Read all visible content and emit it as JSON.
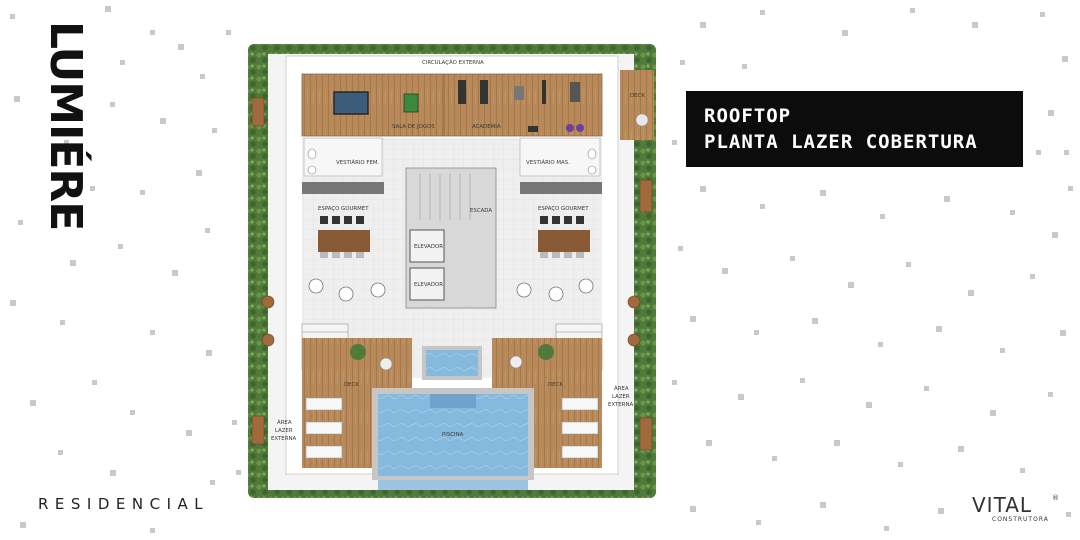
{
  "brand": {
    "name": "LUMIÉRE",
    "tagline": "RESIDENCIAL"
  },
  "title": {
    "line1": "ROOFTOP",
    "line2": "PLANTA LAZER COBERTURA"
  },
  "developer": {
    "name": "VITAL",
    "registered_mark": "®",
    "subtitle": "CONSTRUTORA"
  },
  "floorplan": {
    "labels": {
      "circulacao": "CIRCULAÇÃO EXTERNA",
      "deck_top_right": "DECK",
      "sala_jogos": "SALA DE JOGOS",
      "academia": "ACADEMIA",
      "vestiario_fem": "VESTIÁRIO FEM.",
      "vestiario_mas": "VESTIÁRIO MAS.",
      "espaco_gourmet_left": "ESPAÇO GOURMET",
      "espaco_gourmet_right": "ESPAÇO GOURMET",
      "escada": "ESCADA",
      "elevador_1": "ELEVADOR",
      "elevador_2": "ELEVADOR",
      "deck_left": "DECK",
      "deck_right": "DECK",
      "piscina": "PISCINA",
      "area_lazer_left_1": "ÁREA",
      "area_lazer_left_2": "LAZER",
      "area_lazer_left_3": "EXTERNA",
      "area_lazer_right_1": "ÁREA",
      "area_lazer_right_2": "LAZER",
      "area_lazer_right_3": "EXTERNA"
    }
  },
  "colors": {
    "title_bg": "#0c0c0c",
    "wood": "#b8895a",
    "water": "#7fb3d9",
    "greenery": "#4f7a3a",
    "floor": "#ececec"
  }
}
